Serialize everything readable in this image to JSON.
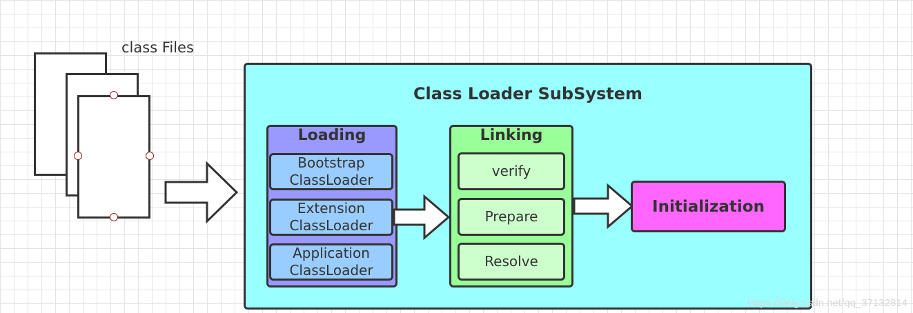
{
  "files_label": "class Files",
  "subsystem": {
    "title": "Class Loader SubSystem",
    "loading": {
      "title": "Loading",
      "loaders": [
        "Bootstrap\nClassLoader",
        "Extension\nClassLoader",
        "Application\nClassLoader"
      ]
    },
    "linking": {
      "title": "Linking",
      "steps": [
        "verify",
        "Prepare",
        "Resolve"
      ]
    },
    "initialization": "Initialization"
  },
  "watermark": "https://blog.csdn.net/qq_37132814",
  "colors": {
    "subsystem": "#99ffff",
    "loading": "#9999ff",
    "loader_item": "#99ccff",
    "linking": "#99ff99",
    "step_item": "#ccffcc",
    "initialization": "#ff66ff"
  }
}
